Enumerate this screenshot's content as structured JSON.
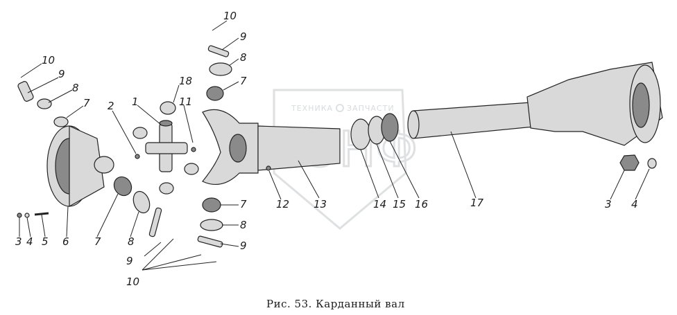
{
  "watermark": {
    "line1_left": "ТЕХНИКА",
    "line1_right": "ЗАПЧАСТИ",
    "logo": "ЭНФ"
  },
  "caption": "Рис. 53. Карданный вал",
  "labels": {
    "l10_top": "10",
    "l9_top": "9",
    "l8_top": "8",
    "l7_top": "7",
    "l18": "18",
    "l11": "11",
    "l1": "1",
    "l2": "2",
    "l10_left": "10",
    "l9_left": "9",
    "l8_left": "8",
    "l7_left": "7",
    "l3_left": "3",
    "l4_left": "4",
    "l5": "5",
    "l6": "6",
    "l7_bottom": "7",
    "l8_bottom_left": "8",
    "l7_mid": "7",
    "l8_mid": "8",
    "l9_mid": "9",
    "l9_bottom_left": "9",
    "l10_bottom": "10",
    "l12": "12",
    "l13": "13",
    "l14": "14",
    "l15": "15",
    "l16": "16",
    "l17": "17",
    "l3_right": "3",
    "l4_right": "4"
  },
  "colors": {
    "ink": "#1b1b1b",
    "metal": "#d9d9d9",
    "shadow": "#8a8a8a",
    "watermark": "#b9bdc2"
  }
}
